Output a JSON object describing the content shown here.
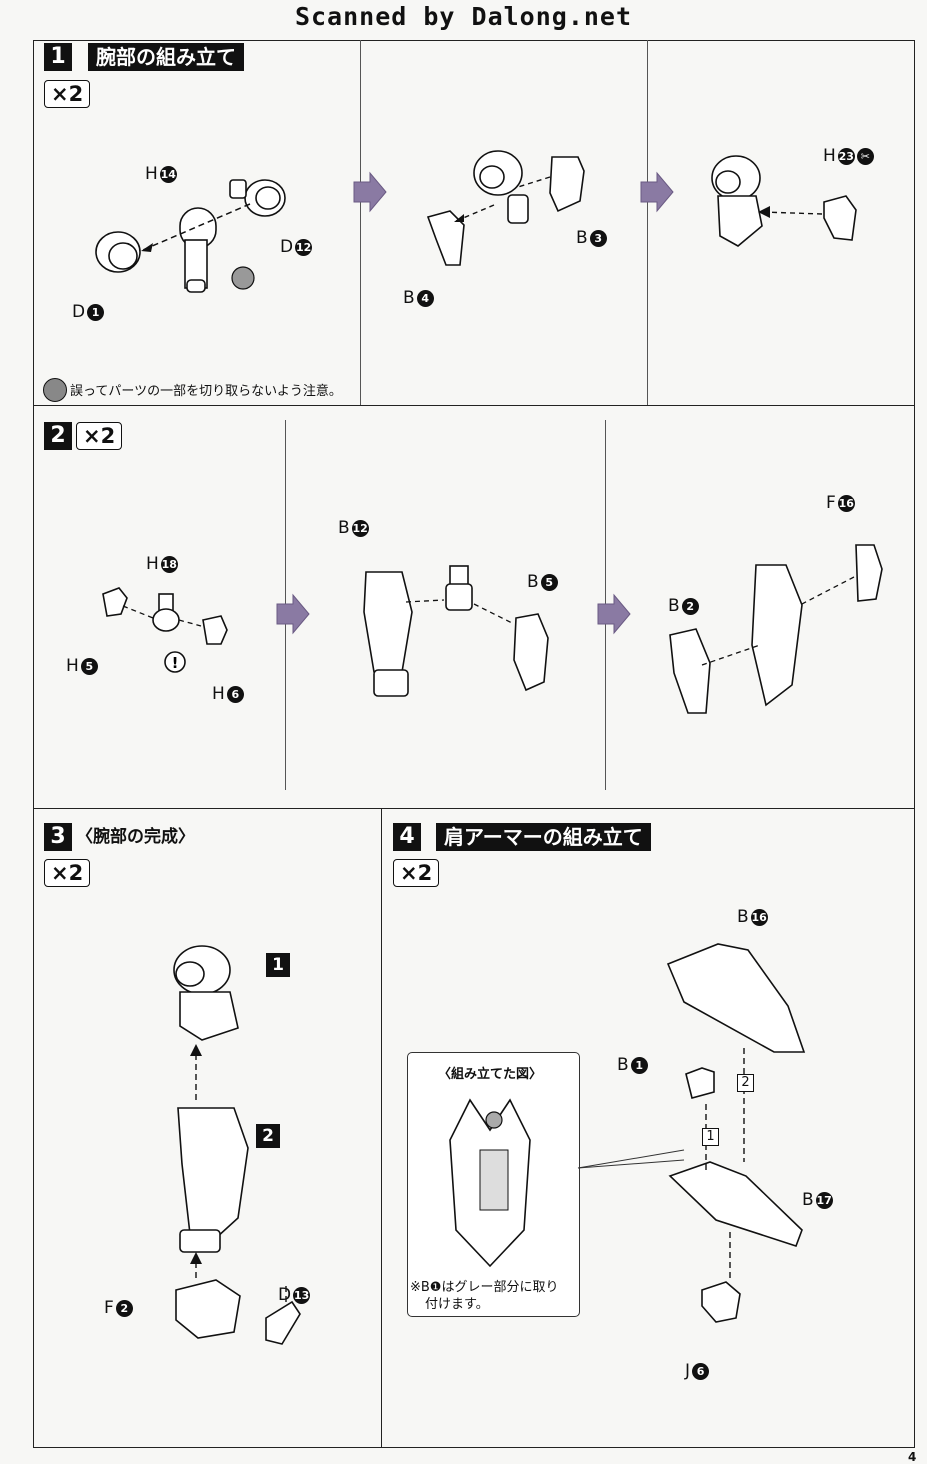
{
  "watermark": "Scanned by Dalong.net",
  "page_number": "4",
  "colors": {
    "ink": "#111111",
    "paper": "#f7f7f5"
  },
  "steps": {
    "s1": {
      "number": "1",
      "title": "腕部の組み立て",
      "multiplier": "×2",
      "labels": {
        "h14": {
          "letter": "H",
          "num": "14"
        },
        "d12": {
          "letter": "D",
          "num": "12"
        },
        "d1": {
          "letter": "D",
          "num": "1"
        },
        "b3": {
          "letter": "B",
          "num": "3"
        },
        "b4": {
          "letter": "B",
          "num": "4"
        },
        "h23": {
          "letter": "H",
          "num": "23"
        }
      },
      "caution_note": "誤ってパーツの一部を切り取らないよう注意。"
    },
    "s2": {
      "number": "2",
      "multiplier": "×2",
      "labels": {
        "h18": {
          "letter": "H",
          "num": "18"
        },
        "h5": {
          "letter": "H",
          "num": "5"
        },
        "h6": {
          "letter": "H",
          "num": "6"
        },
        "b12": {
          "letter": "B",
          "num": "12"
        },
        "b5": {
          "letter": "B",
          "num": "5"
        },
        "b2": {
          "letter": "B",
          "num": "2"
        },
        "f16": {
          "letter": "F",
          "num": "16"
        }
      }
    },
    "s3": {
      "number": "3",
      "title": "〈腕部の完成〉",
      "multiplier": "×2",
      "subassembly_1": "1",
      "subassembly_2": "2",
      "labels": {
        "f2": {
          "letter": "F",
          "num": "2"
        },
        "d13": {
          "letter": "D",
          "num": "13"
        }
      }
    },
    "s4": {
      "number": "4",
      "title": "肩アーマーの組み立て",
      "multiplier": "×2",
      "inset_title": "〈組み立てた図〉",
      "inset_note_line1": "※B❶はグレー部分に取り",
      "inset_note_line2": "付けます。",
      "order_1": "1",
      "order_2": "2",
      "labels": {
        "b16": {
          "letter": "B",
          "num": "16"
        },
        "b1": {
          "letter": "B",
          "num": "1"
        },
        "b17": {
          "letter": "B",
          "num": "17"
        },
        "j6": {
          "letter": "J",
          "num": "6"
        }
      }
    }
  }
}
